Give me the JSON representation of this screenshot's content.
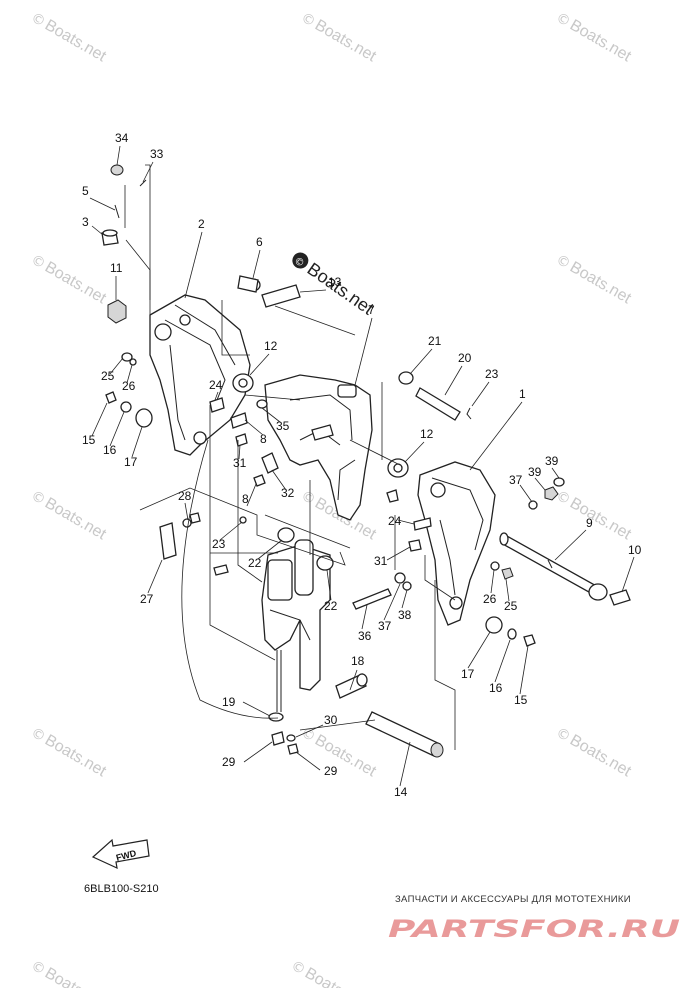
{
  "watermark": {
    "symbol": "©",
    "text": "Boats.net"
  },
  "center_watermark": {
    "symbol": "©",
    "text": "Boats.net"
  },
  "drawing_code": "6BLB100-S210",
  "fwd_label": "FWD",
  "shop": {
    "caption": "ЗАПЧАСТИ И АКСЕССУАРЫ ДЛЯ МОТОТЕХНИКИ",
    "logo": "PARTSFOR.RU"
  },
  "callouts": [
    "34",
    "33",
    "5",
    "3",
    "2",
    "6",
    "13",
    "11",
    "7",
    "21",
    "20",
    "23",
    "1",
    "25",
    "26",
    "12",
    "24",
    "15",
    "16",
    "17",
    "35",
    "8",
    "31",
    "12",
    "39",
    "37",
    "39",
    "32",
    "8",
    "28",
    "24",
    "9",
    "10",
    "23",
    "22",
    "31",
    "27",
    "22",
    "36",
    "37",
    "38",
    "26",
    "25",
    "17",
    "16",
    "15",
    "18",
    "19",
    "30",
    "29",
    "29",
    "14"
  ]
}
